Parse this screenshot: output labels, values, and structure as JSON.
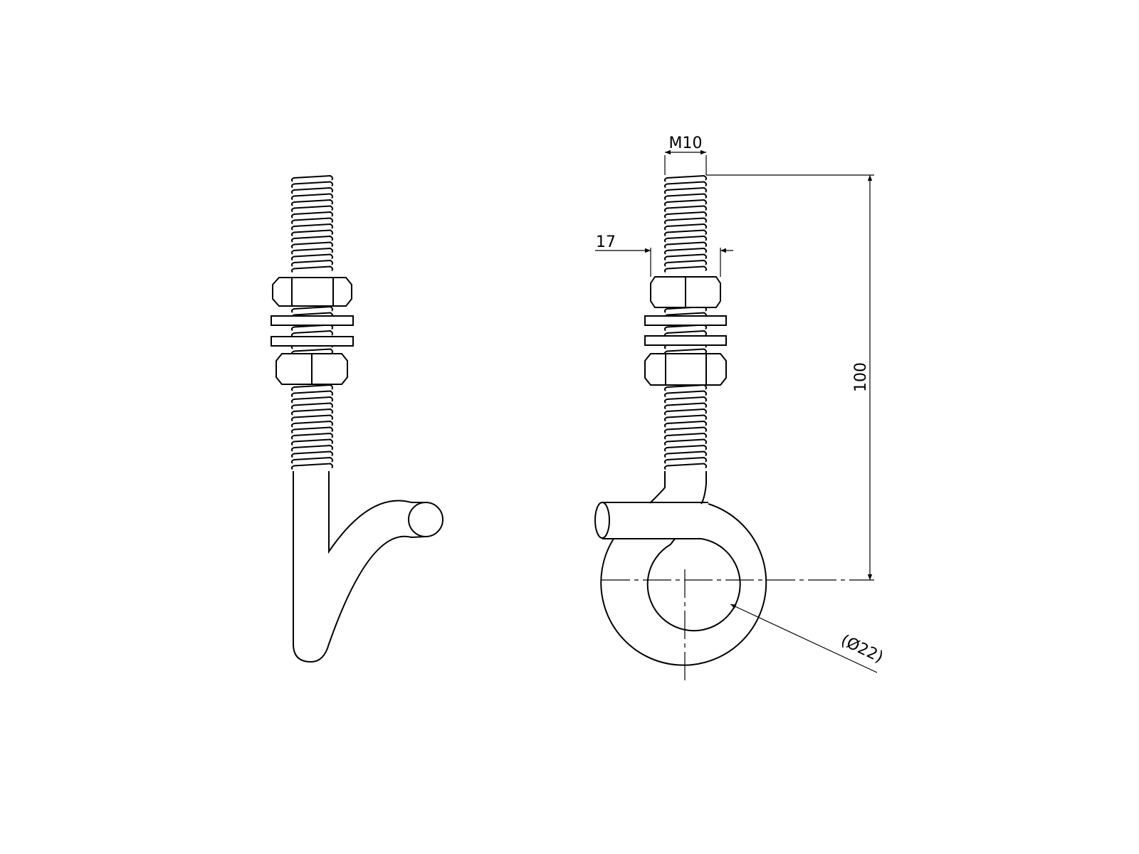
{
  "drawing": {
    "dimensions": {
      "thread_size": "M10",
      "nut_width": "17",
      "length": "100",
      "eye_diameter": "(Ø22)"
    },
    "line_color": "#000000",
    "background": "#ffffff"
  }
}
